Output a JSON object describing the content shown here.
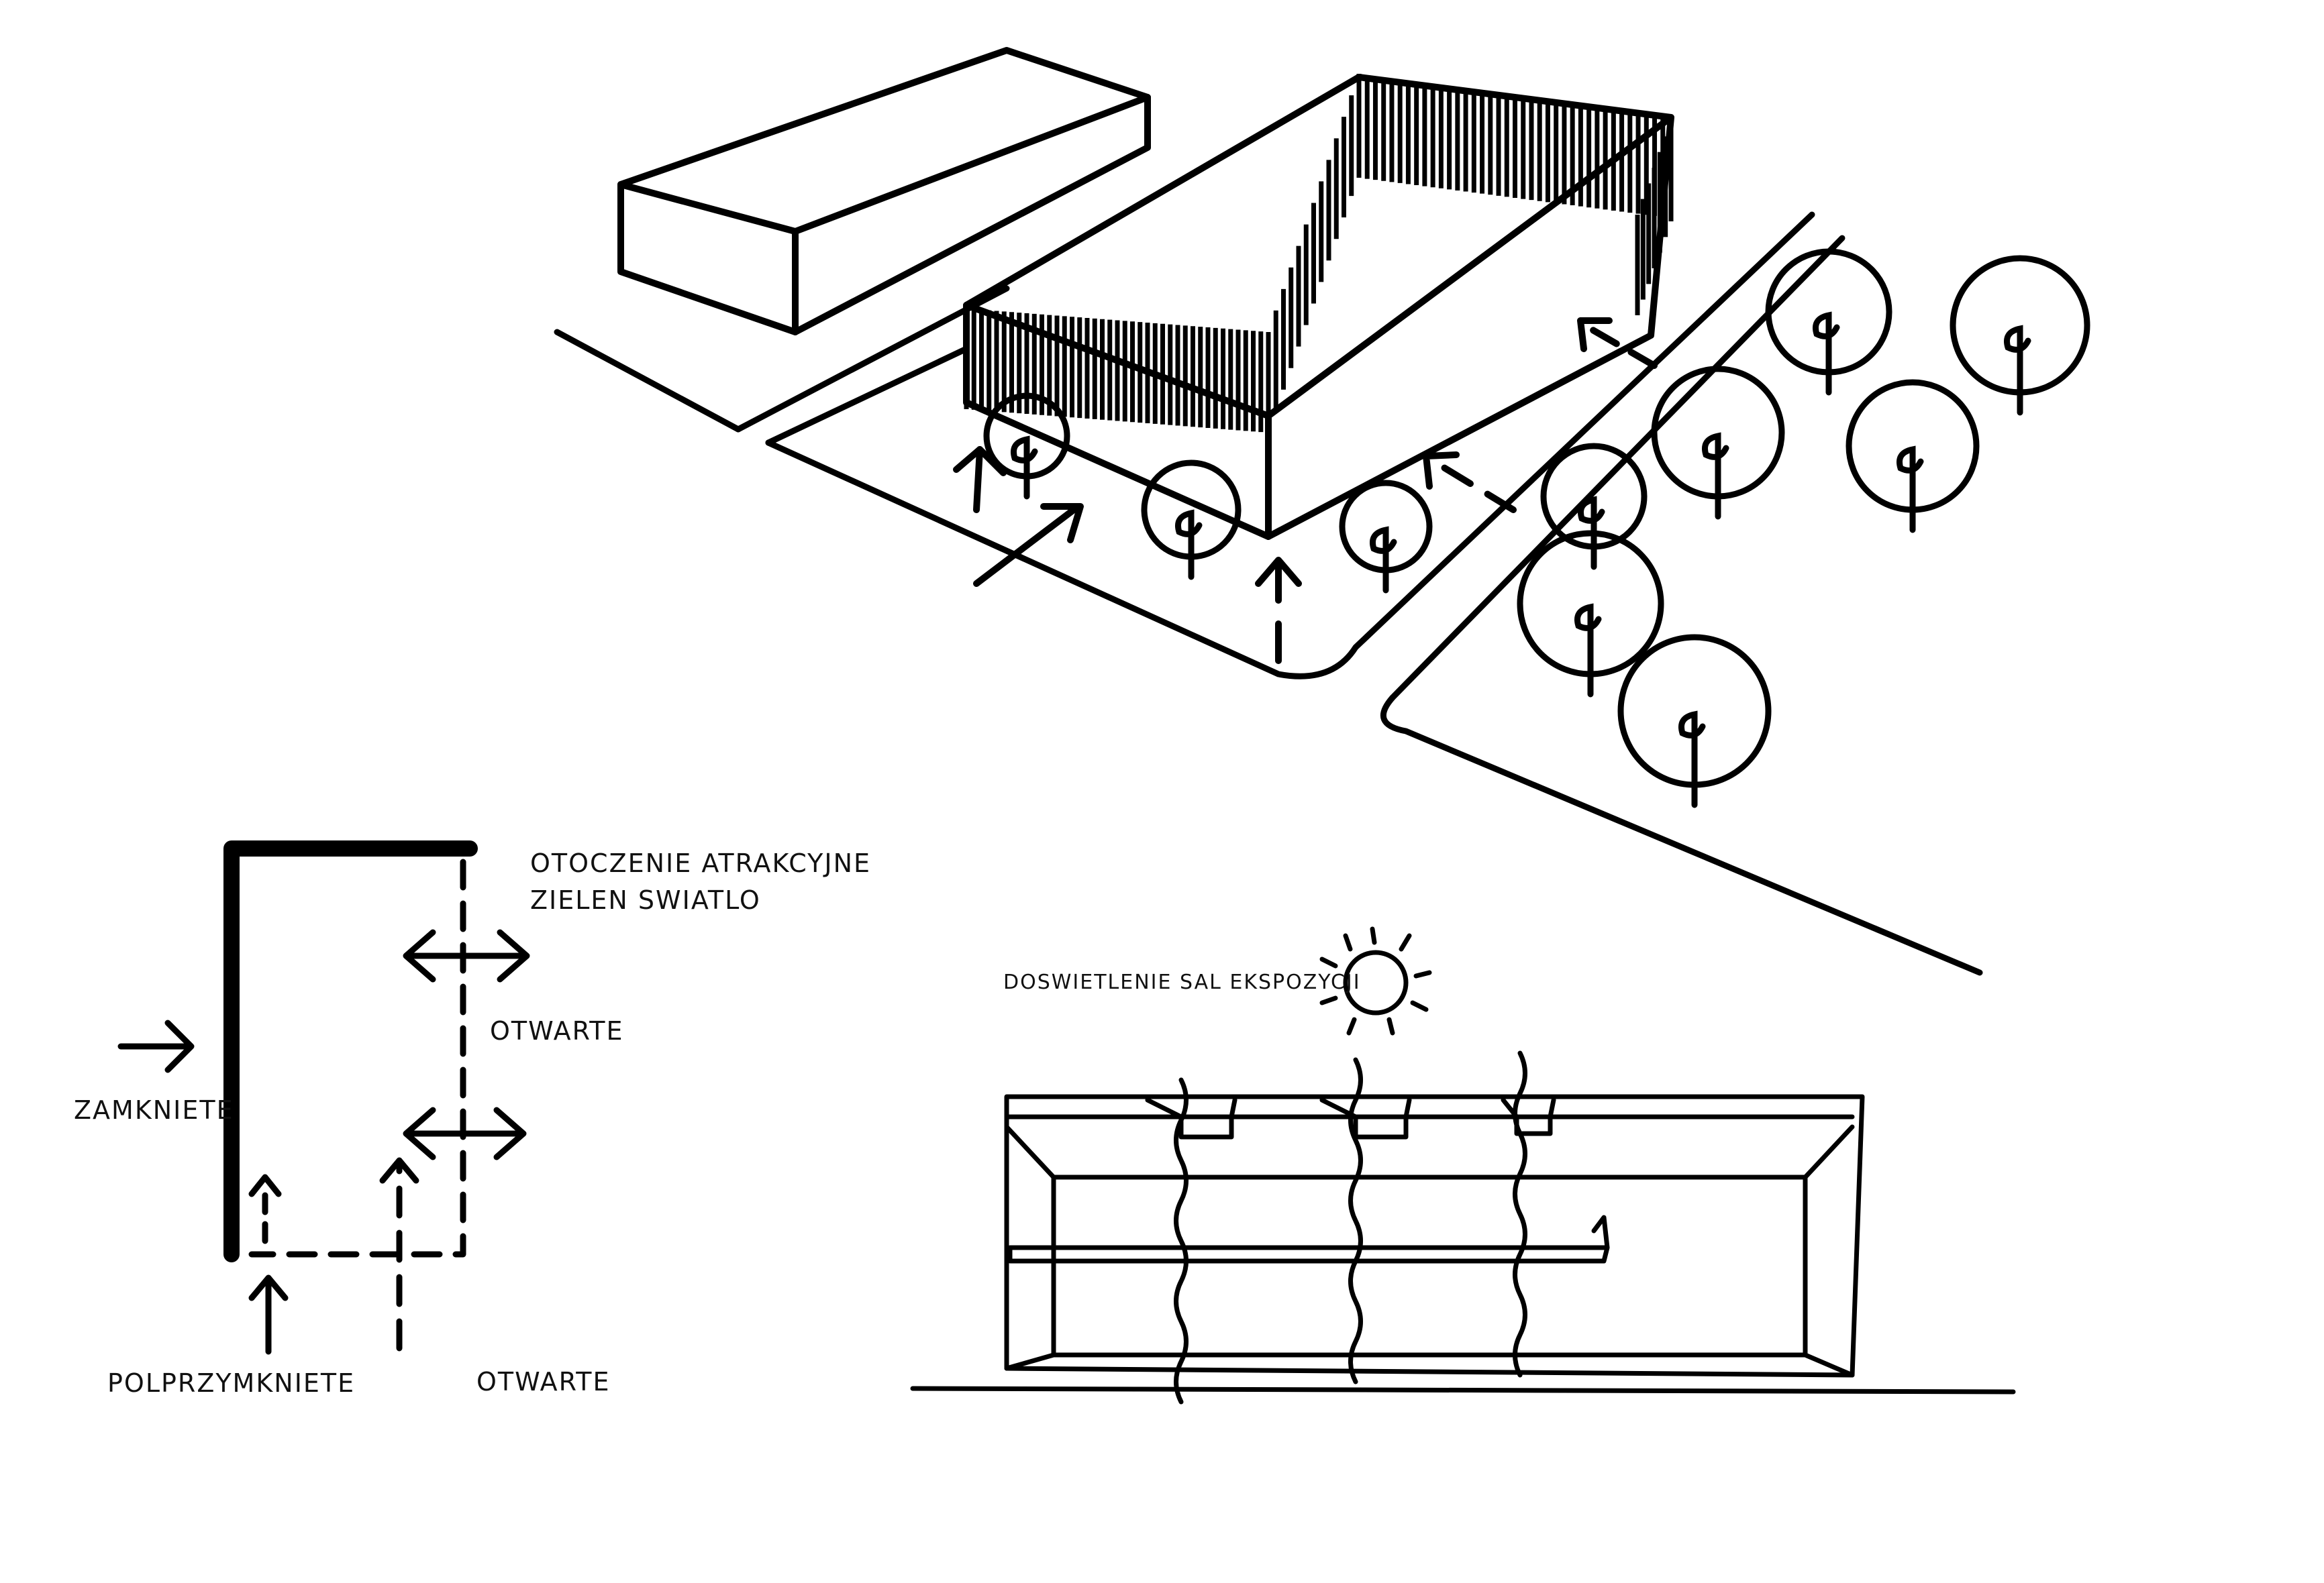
{
  "labels": {
    "surroundings": "OTOCZENIE ATRAKCYJNE",
    "greenery_light": "ZIELEN SWIATLO",
    "open_side": "OTWARTE",
    "closed": "ZAMKNIETE",
    "half_closed": "POLPRZYMKNIETE",
    "open_bottom": "OTWARTE",
    "daylight": "DOSWIETLENIE SAL EKSPOZYCJI"
  }
}
